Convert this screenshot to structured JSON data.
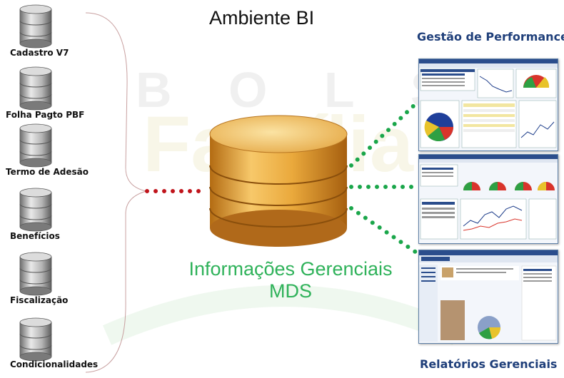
{
  "title": "Ambiente BI",
  "sources": [
    {
      "label": "Cadastro V7"
    },
    {
      "label": "Folha Pagto PBF"
    },
    {
      "label": "Termo de Adesão"
    },
    {
      "label": "Benefícios"
    },
    {
      "label": "Fiscalização"
    },
    {
      "label": "Condicionalidades"
    }
  ],
  "center": {
    "line1": "Informações Gerenciais",
    "line2": "MDS"
  },
  "outputs": {
    "top_label": "Gestão de Performance",
    "bottom_label": "Relatórios Gerenciais"
  },
  "watermark": "BOLSA Família",
  "colors": {
    "db_body": "#e8a83a",
    "center_text": "#2fb25a",
    "dots_red": "#c0141b",
    "dots_green": "#1aa64a",
    "side_title": "#1f3f7a"
  }
}
